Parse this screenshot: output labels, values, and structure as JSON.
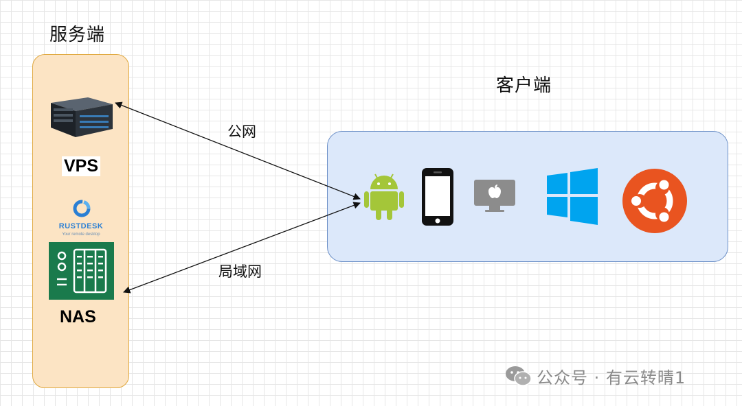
{
  "server": {
    "title": "服务端",
    "vps_label": "VPS",
    "rustdesk_name": "RUSTDESK",
    "rustdesk_tagline": "Your remote desktop",
    "nas_label": "NAS"
  },
  "client": {
    "title": "客户端",
    "devices": [
      "android-icon",
      "phone-icon",
      "mac-icon",
      "windows-icon",
      "ubuntu-icon"
    ]
  },
  "links": {
    "public": "公网",
    "lan": "局域网"
  },
  "watermark": "公众号 · 有云转晴1",
  "colors": {
    "server_fill": "#fce4c4",
    "server_border": "#e0a83e",
    "client_fill": "#dce8fa",
    "client_border": "#6b8fc7",
    "android": "#a4c639",
    "windows": "#00a4ef",
    "ubuntu": "#e95420",
    "nas": "#1a7a4c"
  }
}
